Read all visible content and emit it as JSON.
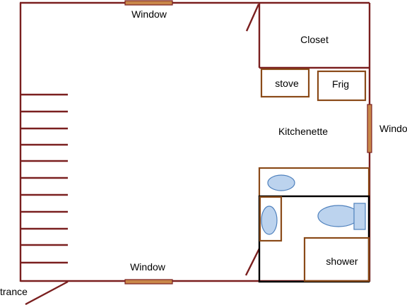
{
  "labels": {
    "window_top": "Window",
    "window_bottom": "Window",
    "window_right": "Windo",
    "closet": "Closet",
    "stove": "stove",
    "fridge": "Frig",
    "kitchenette": "Kitchenette",
    "shower": "shower",
    "entrance": "trance"
  },
  "colors": {
    "wall": "#7a1f1f",
    "fixture": "#8a4a18",
    "window_fill": "#c9874a",
    "bathroom": "#000000",
    "fixture_blue": "#bcd3ee",
    "fixture_blue_edge": "#4f81bd"
  },
  "icons": {
    "stairs": "stairs-icon",
    "sink": "sink-icon",
    "toilet": "toilet-icon"
  }
}
